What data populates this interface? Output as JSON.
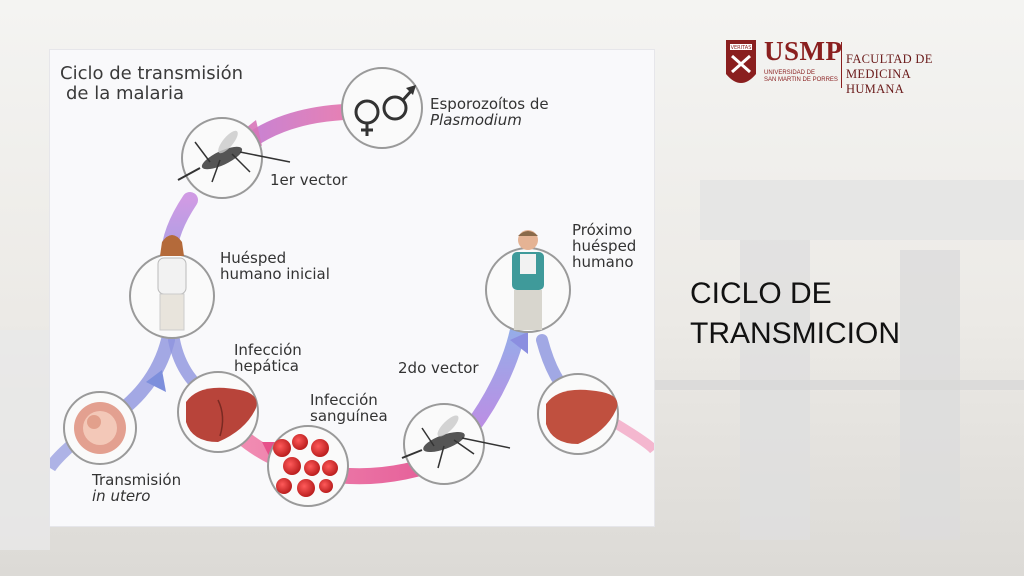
{
  "slide": {
    "title_line1": "CICLO DE",
    "title_line2": "TRANSMICION"
  },
  "logo": {
    "acronym": "USMP",
    "university_line1": "UNIVERSIDAD DE",
    "university_line2": "SAN MARTIN DE PORRES",
    "faculty_line1": "FACULTAD DE",
    "faculty_line2": "MEDICINA HUMANA",
    "seal_text": "VERITAS"
  },
  "diagram": {
    "title_line1": "Ciclo de transmisión",
    "title_line2": "de la malaria",
    "labels": {
      "sporozoites_line1": "Esporozoítos de",
      "sporozoites_line2": "Plasmodium",
      "vector1": "1er vector",
      "host_initial_line1": "Huésped",
      "host_initial_line2": "humano inicial",
      "hepatic_line1": "Infección",
      "hepatic_line2": "hepática",
      "blood_line1": "Infección",
      "blood_line2": "sanguínea",
      "vector2": "2do vector",
      "next_host_line1": "Próximo",
      "next_host_line2": "huésped",
      "next_host_line3": "humano",
      "in_utero_line1": "Transmisión",
      "in_utero_line2": "in utero"
    },
    "colors": {
      "arrow_pink": "#e8508a",
      "arrow_purple": "#9a5fd0",
      "arrow_blue": "#7d8fdc",
      "circle_stroke": "#9a9a9a",
      "liver": "#b8443a",
      "blood_cell": "#d42b2b"
    }
  }
}
